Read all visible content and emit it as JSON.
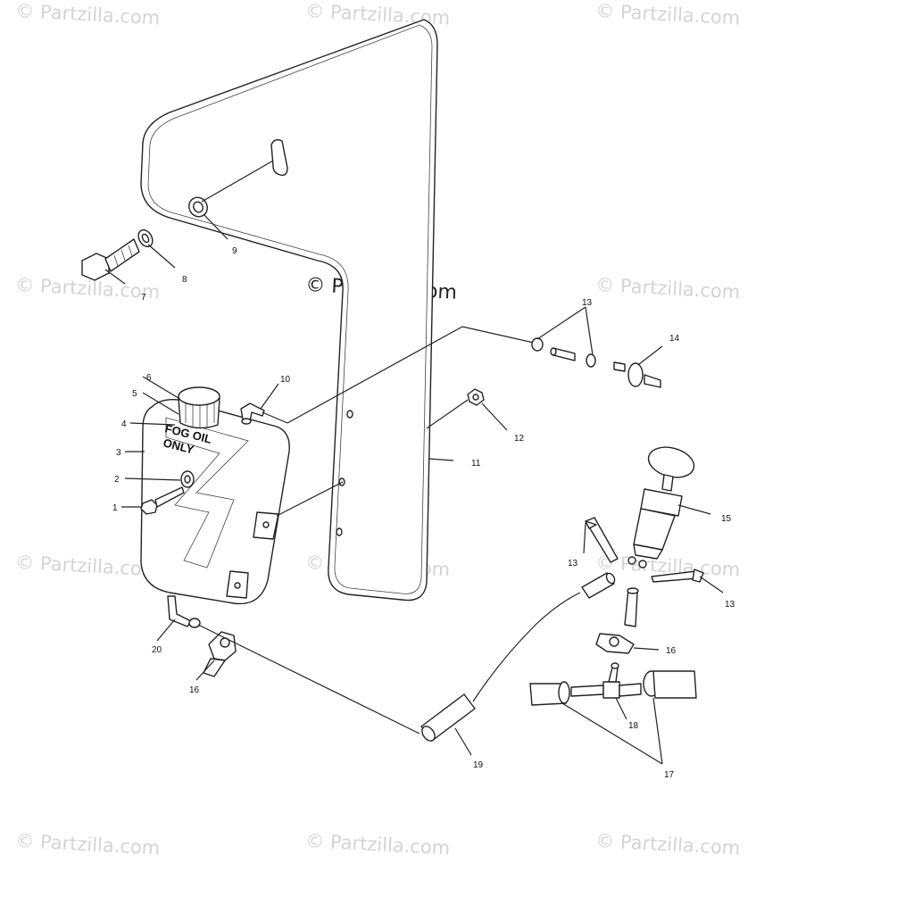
{
  "watermark": {
    "text": "© Partzilla.com"
  },
  "brand": {
    "text": "© Partzilla.com"
  },
  "decal": {
    "line1": "FOG OIL",
    "line2": "ONLY"
  },
  "callouts": {
    "c1": "1",
    "c2": "2",
    "c3": "3",
    "c4": "4",
    "c5": "5",
    "c6": "6",
    "c7": "7",
    "c8": "8",
    "c9": "9",
    "c10": "10",
    "c11": "11",
    "c12": "12",
    "c13a": "13",
    "c13b": "13",
    "c13c": "13",
    "c14": "14",
    "c15": "15",
    "c16a": "16",
    "c16b": "16",
    "c17": "17",
    "c18": "18",
    "c19": "19",
    "c20": "20"
  },
  "colors": {
    "ink": "#222222",
    "watermark": "#d4d4d4",
    "background": "#ffffff"
  }
}
